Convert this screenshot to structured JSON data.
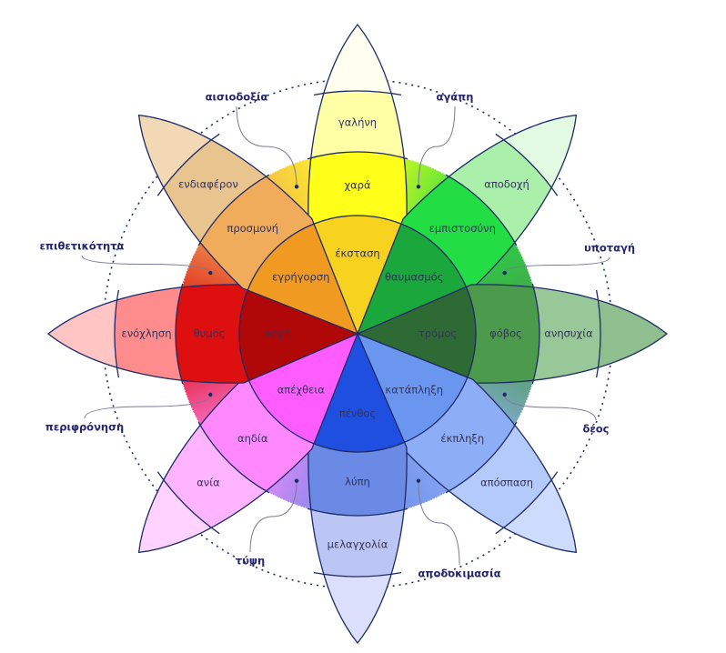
{
  "petals": [
    {
      "emotion": "joy",
      "inner": "έκσταση",
      "middle": "χαρά",
      "outer": "γαλήνη",
      "colors": [
        "#f7d21e",
        "#ffff1a",
        "#ffffa6",
        "#fffff0"
      ]
    },
    {
      "emotion": "trust",
      "inner": "θαυμασμός",
      "middle": "εμπιστοσύνη",
      "outer": "αποδοχή",
      "colors": [
        "#1aa83c",
        "#22dd44",
        "#aaf0aa",
        "#e2fae2"
      ]
    },
    {
      "emotion": "fear",
      "inner": "τρόμος",
      "middle": "φόβος",
      "outer": "ανησυχία",
      "colors": [
        "#2e6b34",
        "#4c9a4c",
        "#98c898",
        "#8fbf8f"
      ]
    },
    {
      "emotion": "surprise",
      "inner": "κατάπληξη",
      "middle": "έκπληξη",
      "outer": "απόσπαση",
      "colors": [
        "#6b96f0",
        "#8daef6",
        "#b4cafa",
        "#cddcfc"
      ]
    },
    {
      "emotion": "sadness",
      "inner": "πένθος",
      "middle": "λύπη",
      "outer": "μελαγχολία",
      "colors": [
        "#1f4fe0",
        "#6a8ae6",
        "#bcc6f4",
        "#dcdffc"
      ]
    },
    {
      "emotion": "disgust",
      "inner": "απέχθεια",
      "middle": "αηδία",
      "outer": "ανία",
      "colors": [
        "#ff5cff",
        "#ff88ff",
        "#ffb4ff",
        "#ffd2ff"
      ]
    },
    {
      "emotion": "anger",
      "inner": "οργή",
      "middle": "θυμός",
      "outer": "ενόχληση",
      "colors": [
        "#b00808",
        "#dd0f0f",
        "#ff8c8c",
        "#ffc4c4"
      ]
    },
    {
      "emotion": "anticipation",
      "inner": "εγρήγορση",
      "middle": "προσμονή",
      "outer": "ενδιαφέρον",
      "colors": [
        "#f09a22",
        "#f0ac5a",
        "#e8c48e",
        "#f2d8b4"
      ]
    }
  ],
  "dyads": [
    "αγάπη",
    "υποταγή",
    "δέος",
    "αποδοκιμασία",
    "τύψη",
    "περιφρόνηση",
    "επιθετικότητα",
    "αισιοδοξία"
  ],
  "colors": {
    "outline": "#1e2a66",
    "label": "#33335a",
    "dyad_label": "#26266e"
  }
}
